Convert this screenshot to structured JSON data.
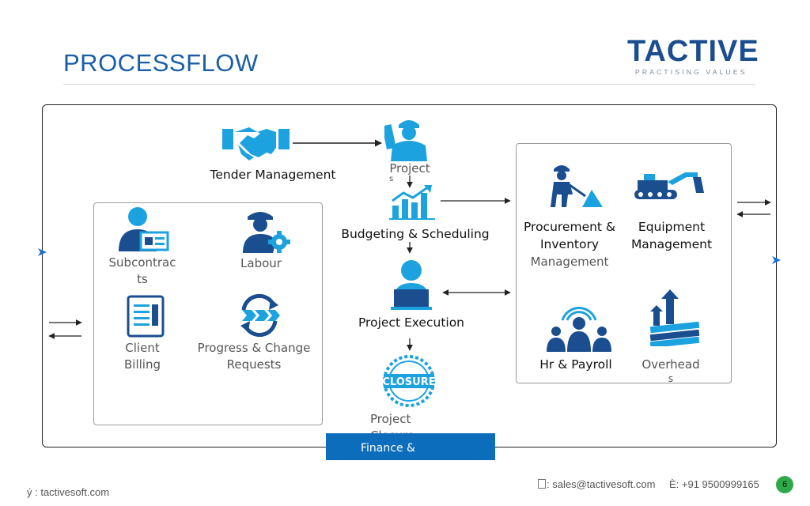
{
  "title": "PROCESSFLOW",
  "logo": {
    "name": "TACTIVE",
    "tagline": "PRACTISING VALUES"
  },
  "nodes": {
    "tender": "Tender Management",
    "projects_line1": "Project",
    "projects_line2": "s",
    "budgeting": "Budgeting & Scheduling",
    "execution": "Project Execution",
    "closure_line1": "Project",
    "closure_line2": "Closure",
    "subcontracts_line1": "Subcontrac",
    "subcontracts_line2": "ts",
    "labour": "Labour",
    "client_billing_line1": "Client",
    "client_billing_line2": "Billing",
    "progress_line1": "Progress & Change",
    "progress_line2": "Requests",
    "procurement_line1": "Procurement &",
    "procurement_line2": "Inventory",
    "procurement_line3": "Management",
    "equipment_line1": "Equipment",
    "equipment_line2": "Management",
    "hr": "Hr & Payroll",
    "overheads_line1": "Overhead",
    "overheads_line2": "s"
  },
  "finance_bar": "Finance &",
  "closure_badge": "CLOSURE",
  "footer": {
    "website": "ý : tactivesoft.com",
    "email": ": sales@tactivesoft.com",
    "phone": "È: +91 9500999165",
    "page": "6"
  },
  "colors": {
    "accent": "#1a5ea8",
    "icon": "#1ca3df",
    "icon_dark": "#1a4e8f",
    "finance_bar": "#0d6dbd",
    "page_badge": "#2eaa4a"
  }
}
